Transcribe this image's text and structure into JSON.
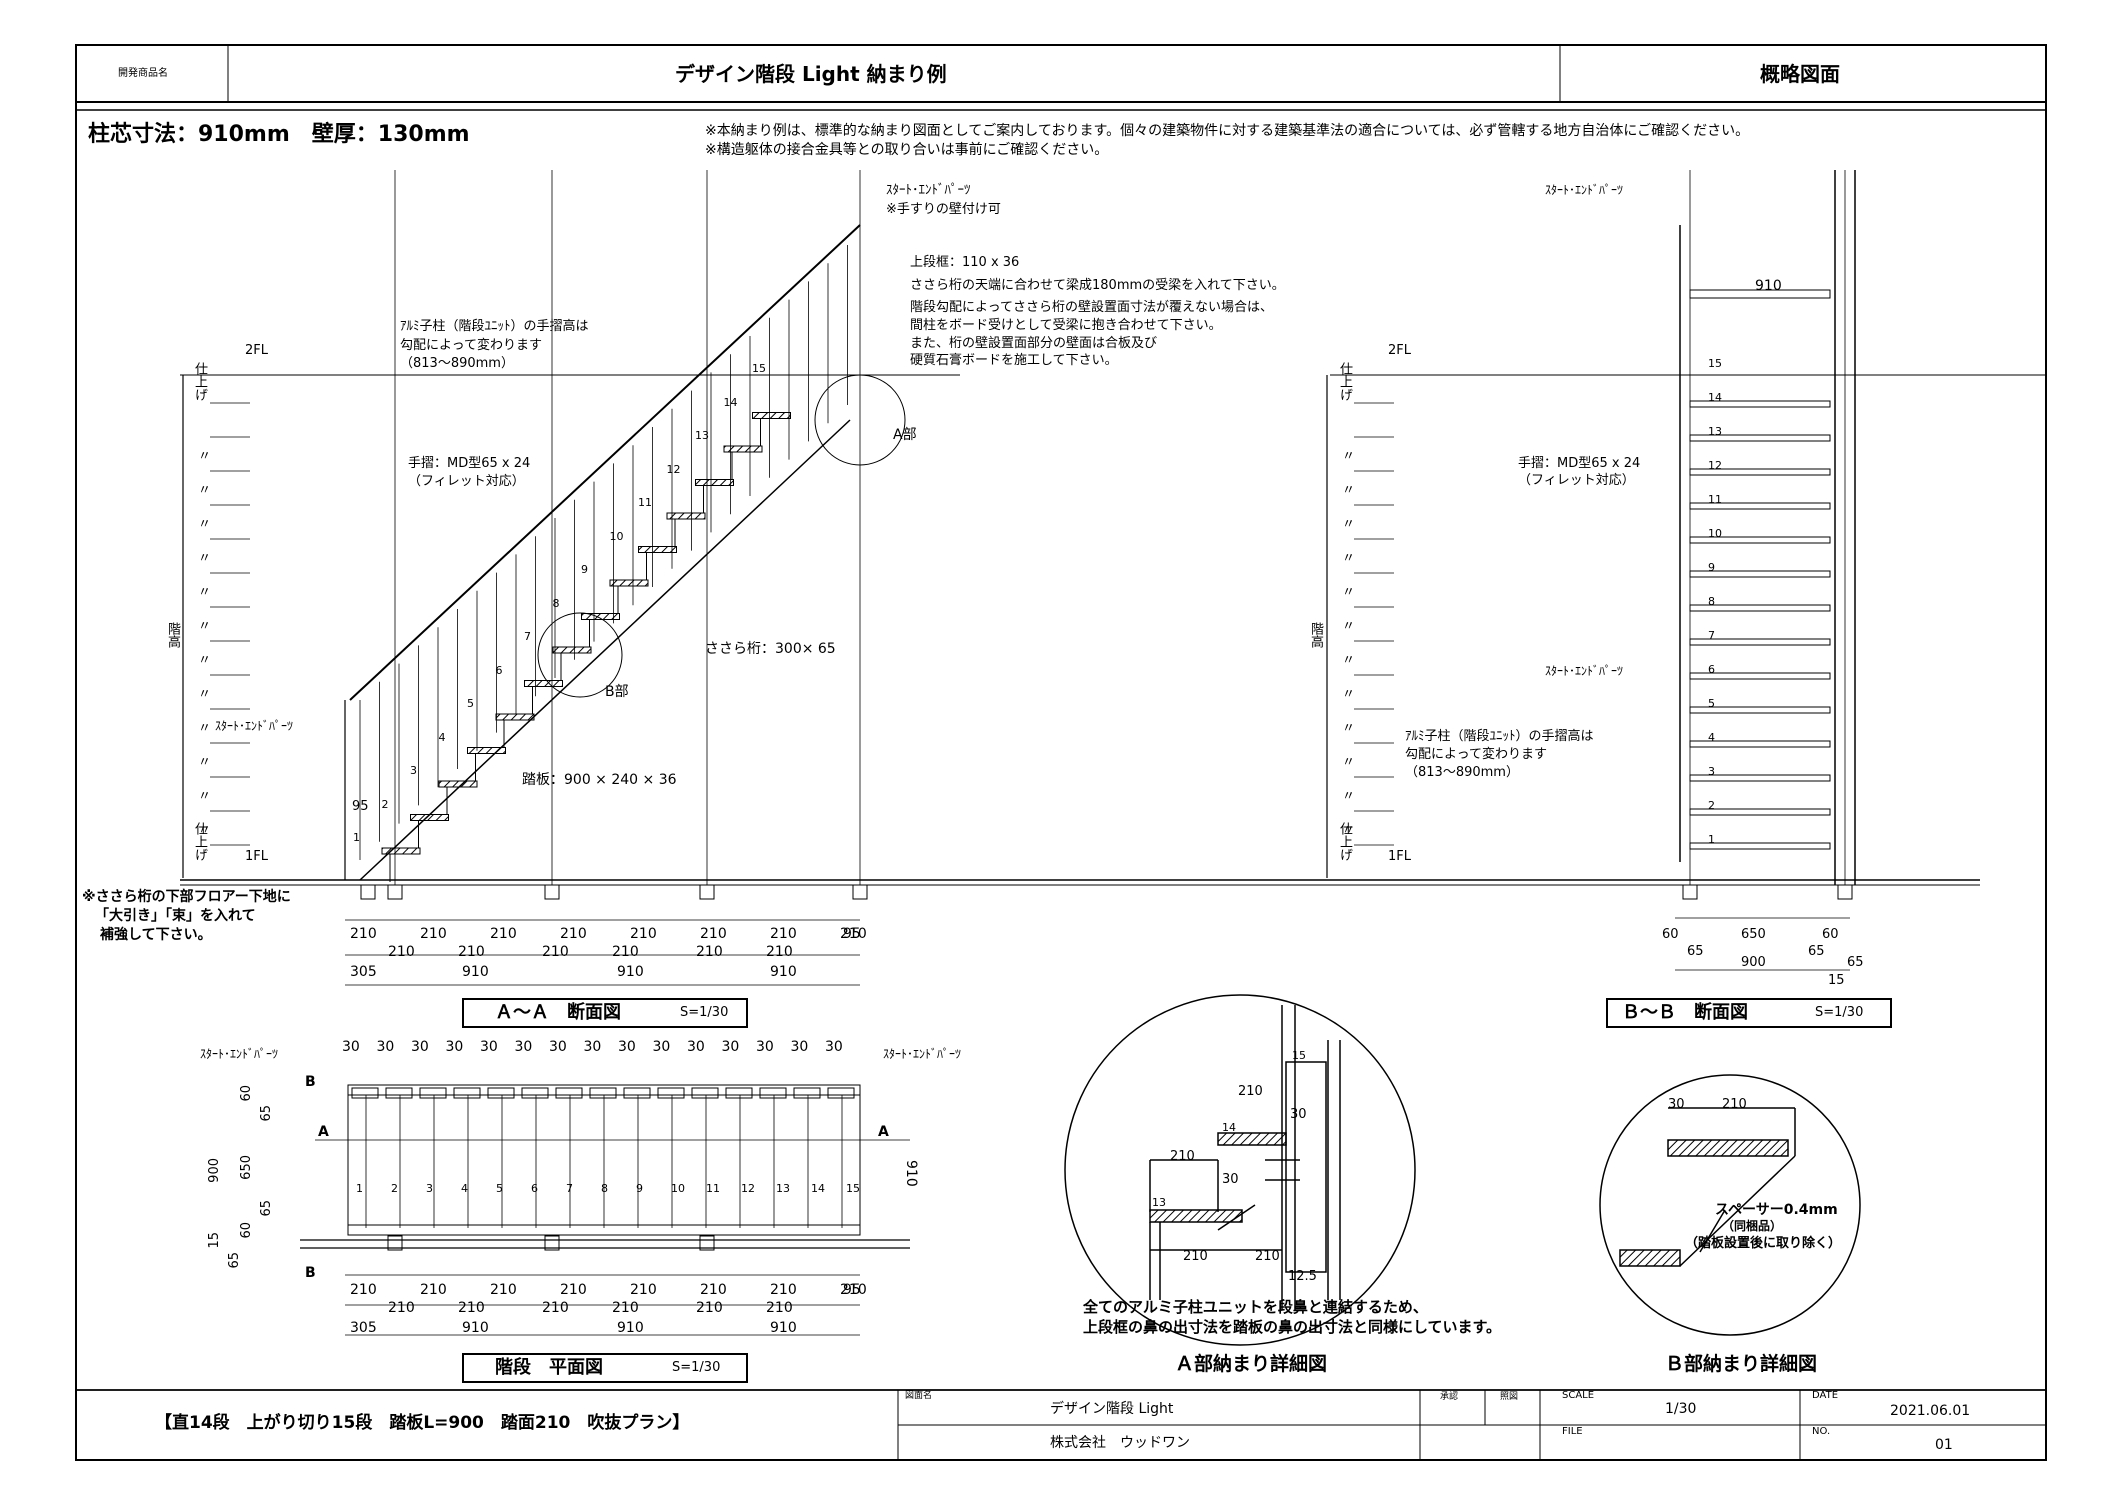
{
  "title_bar": {
    "product_label": "開発商品名",
    "title": "デザイン階段 Light 納まり例",
    "drawing_type": "概略図面"
  },
  "spec": "柱芯寸法：910mm　壁厚：130mm",
  "notes": [
    "※本納まり例は、標準的な納まり図面としてご案内しております。個々の建築物件に対する建築基準法の適合については、必ず管轄する地方自治体にご確認ください。",
    "※構造躯体の接合金具等との取り合いは事前にご確認ください。"
  ],
  "section_aa": {
    "callouts": {
      "start_end_parts_top": "ｽﾀｰﾄ･ｴﾝﾄﾞﾊﾟｰﾂ",
      "handrail_wall_ok": "※手すりの壁付け可",
      "top_frame": "上段框：110 x 36",
      "beam_note_1": "ささら桁の天端に合わせて梁成180mmの受梁を入れて下さい。",
      "beam_note_2": "階段勾配によってささら桁の壁設置面寸法が覆えない場合は、",
      "beam_note_3": "間柱をボード受けとして受梁に抱き合わせて下さい。",
      "beam_note_4": "また、桁の壁設置面部分の壁面は合板及び",
      "beam_note_5": "硬質石膏ボードを施工して下さい。",
      "baluster_1": "ｱﾙﾐ子柱（階段ﾕﾆｯﾄ）の手摺高は",
      "baluster_2": "勾配によって変わります",
      "baluster_3": "（813～890mm）",
      "handrail_1": "手摺：MD型65 x 24",
      "handrail_2": "（フィレット対応）",
      "start_end_parts_bottom": "ｽﾀｰﾄ･ｴﾝﾄﾞﾊﾟｰﾂ",
      "stringer": "ささら桁：300× 65",
      "tread": "踏板：900 × 240 × 36",
      "part_a": "A部",
      "part_b": "B部",
      "floor_note_1": "※ささら桁の下部フロアー下地に",
      "floor_note_2": "「大引き」「束」を入れて",
      "floor_note_3": "補強して下さい。"
    },
    "level_2fl": "2FL",
    "level_1fl": "1FL",
    "rise_label": "階高",
    "finish_label": "仕上げ",
    "ditto": "〃",
    "dim_95": "95",
    "step_numbers": [
      "1",
      "2",
      "3",
      "4",
      "5",
      "6",
      "7",
      "8",
      "9",
      "10",
      "11",
      "12",
      "13",
      "14",
      "15"
    ],
    "dims_row1": [
      "210",
      "210",
      "210",
      "210",
      "210",
      "210",
      "210",
      "210",
      "95"
    ],
    "dims_row2": [
      "210",
      "210",
      "210",
      "210",
      "210",
      "210"
    ],
    "dims_row3": [
      "305",
      "910",
      "910",
      "910"
    ],
    "caption": "Ａ～Ａ　断面図",
    "scale": "S=1/30"
  },
  "section_bb": {
    "start_end_parts": "ｽﾀｰﾄ･ｴﾝﾄﾞﾊﾟｰﾂ",
    "width_910": "910",
    "handrail_1": "手摺：MD型65 x 24",
    "handrail_2": "（フィレット対応）",
    "start_end_parts_2": "ｽﾀｰﾄ･ｴﾝﾄﾞﾊﾟｰﾂ",
    "baluster_1": "ｱﾙﾐ子柱（階段ﾕﾆｯﾄ）の手摺高は",
    "baluster_2": "勾配によって変わります",
    "baluster_3": "（813～890mm）",
    "level_2fl": "2FL",
    "level_1fl": "1FL",
    "rise_label": "階高",
    "finish_label": "仕上げ",
    "ditto": "〃",
    "step_numbers": [
      "1",
      "2",
      "3",
      "4",
      "5",
      "6",
      "7",
      "8",
      "9",
      "10",
      "11",
      "12",
      "13",
      "14",
      "15"
    ],
    "dims": {
      "d60a": "60",
      "d650": "650",
      "d60b": "60",
      "d65a": "65",
      "d900": "900",
      "d65b": "65",
      "d65c": "65",
      "d15": "15"
    },
    "caption": "Ｂ～Ｂ　断面図",
    "scale": "S=1/30"
  },
  "plan": {
    "start_end_left": "ｽﾀｰﾄ･ｴﾝﾄﾞﾊﾟｰﾂ",
    "start_end_right": "ｽﾀｰﾄ･ｴﾝﾄﾞﾊﾟｰﾂ",
    "top_dims": [
      "30",
      "30",
      "30",
      "30",
      "30",
      "30",
      "30",
      "30",
      "30",
      "30",
      "30",
      "30",
      "30",
      "30",
      "30"
    ],
    "marker_a": "A",
    "marker_b": "B",
    "left_dims": {
      "d900": "900",
      "d60a": "60",
      "d65a": "65",
      "d650": "650",
      "d65b": "65",
      "d60b": "60",
      "d15": "15",
      "d65c": "65"
    },
    "right_dim": "910",
    "step_numbers": [
      "1",
      "2",
      "3",
      "4",
      "5",
      "6",
      "7",
      "8",
      "9",
      "10",
      "11",
      "12",
      "13",
      "14",
      "15"
    ],
    "dims_row1": [
      "210",
      "210",
      "210",
      "210",
      "210",
      "210",
      "210",
      "210",
      "95"
    ],
    "dims_row2": [
      "210",
      "210",
      "210",
      "210",
      "210",
      "210"
    ],
    "dims_row3": [
      "305",
      "910",
      "910",
      "910"
    ],
    "caption": "階段　平面図",
    "scale": "S=1/30"
  },
  "detail_a": {
    "dims": {
      "d210a": "210",
      "d15": "15",
      "d30a": "30",
      "d14": "14",
      "d210b": "210",
      "d30b": "30",
      "d13": "13",
      "d210c": "210",
      "d210d": "210",
      "d12_5": "12.5"
    },
    "note_1": "全てのアルミ子柱ユニットを段鼻と連結するため、",
    "note_2": "上段框の鼻の出寸法を踏板の鼻の出寸法と同様にしています。",
    "caption": "Ａ部納まり詳細図"
  },
  "detail_b": {
    "dims": {
      "d30": "30",
      "d210": "210"
    },
    "spacer_1": "スペーサー0.4mm",
    "spacer_2": "（同梱品）",
    "spacer_3": "（踏板設置後に取り除く）",
    "caption": "Ｂ部納まり詳細図"
  },
  "footer": {
    "plan_name": "【直14段　上がり切り15段　踏板L=900　踏面210　吹抜プラン】",
    "drawing_name_label": "図面名",
    "drawing_name": "デザイン階段 Light",
    "company": "株式会社　ウッドワン",
    "approval_label": "承認",
    "check_label": "照図",
    "scale_label": "SCALE",
    "scale": "1/30",
    "file_label": "FILE",
    "date_label": "DATE",
    "date": "2021.06.01",
    "no_label": "NO.",
    "no": "01"
  }
}
